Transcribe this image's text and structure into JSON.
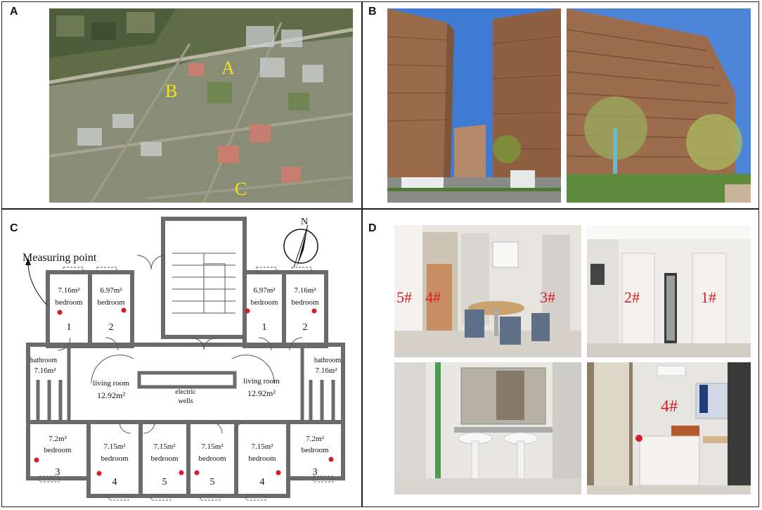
{
  "panels": {
    "a": {
      "label": "A",
      "markers": [
        "A",
        "B",
        "C"
      ]
    },
    "b": {
      "label": "B"
    },
    "c": {
      "label": "C",
      "measuring_point": "Measuring point",
      "compass": "N",
      "rooms": {
        "r1_area": "7.16m²",
        "r1_name": "bedroom",
        "r1_num": "1",
        "r2_area": "6.97m²",
        "r2_name": "bedroom",
        "r2_num": "2",
        "r3_area": "6.97m²",
        "r3_name": "bedroom",
        "r3_num": "1",
        "r4_area": "7.16m²",
        "r4_name": "bedroom",
        "r4_num": "2",
        "bath_l_name": "bathroom",
        "bath_l_area": "7.16m²",
        "bath_r_name": "bathroom",
        "bath_r_area": "7.16m²",
        "living_l_name": "living room",
        "living_l_area": "12.92m²",
        "living_r_name": "living room",
        "living_r_area": "12.92m²",
        "electric_1": "electric",
        "electric_2": "wells",
        "b1_area": "7.2m²",
        "b1_name": "bedroom",
        "b1_num": "3",
        "b2_area": "7.15m²",
        "b2_name": "bedroom",
        "b2_num": "4",
        "b3_area": "7.15m²",
        "b3_name": "bedroom",
        "b3_num": "5",
        "b4_area": "7.15m²",
        "b4_name": "bedroom",
        "b4_num": "5",
        "b5_area": "7.15m²",
        "b5_name": "bedroom",
        "b5_num": "4",
        "b6_area": "7.2m²",
        "b6_name": "bedroom",
        "b6_num": "3"
      }
    },
    "d": {
      "label": "D",
      "tags": [
        "5#",
        "4#",
        "3#",
        "2#",
        "1#",
        "4#"
      ]
    }
  },
  "colors": {
    "marker": "#d51d2a",
    "wall": "#6b6b6b",
    "label_yellow": "#f2e21a"
  }
}
